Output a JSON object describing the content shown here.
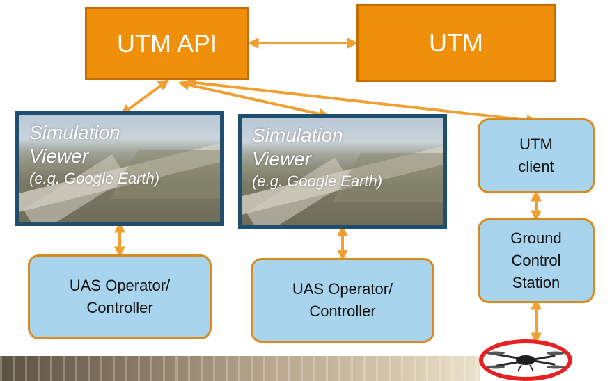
{
  "nodes": {
    "utm_api": "UTM API",
    "utm": "UTM",
    "viewer1": {
      "line1": "Simulation",
      "line2": "Viewer",
      "line3": "(e.g. Google Earth)"
    },
    "viewer2": {
      "line1": "Simulation",
      "line2": "Viewer",
      "line3": "(e.g. Google Earth)"
    },
    "utm_client": {
      "line1": "UTM",
      "line2": "client"
    },
    "operator1": {
      "line1": "UAS Operator/",
      "line2": "Controller"
    },
    "operator2": {
      "line1": "UAS Operator/",
      "line2": "Controller"
    },
    "gcs": {
      "line1": "Ground",
      "line2": "Control",
      "line3": "Station"
    }
  },
  "colors": {
    "orange": "#f0900a",
    "orange_border": "#c46d00",
    "blue": "#a9d4ee",
    "arrow": "#f0a030",
    "viewer_border": "#1f4e6e",
    "highlight": "#e52222"
  },
  "icons": {
    "uas": "quadcopter-drone-icon"
  }
}
